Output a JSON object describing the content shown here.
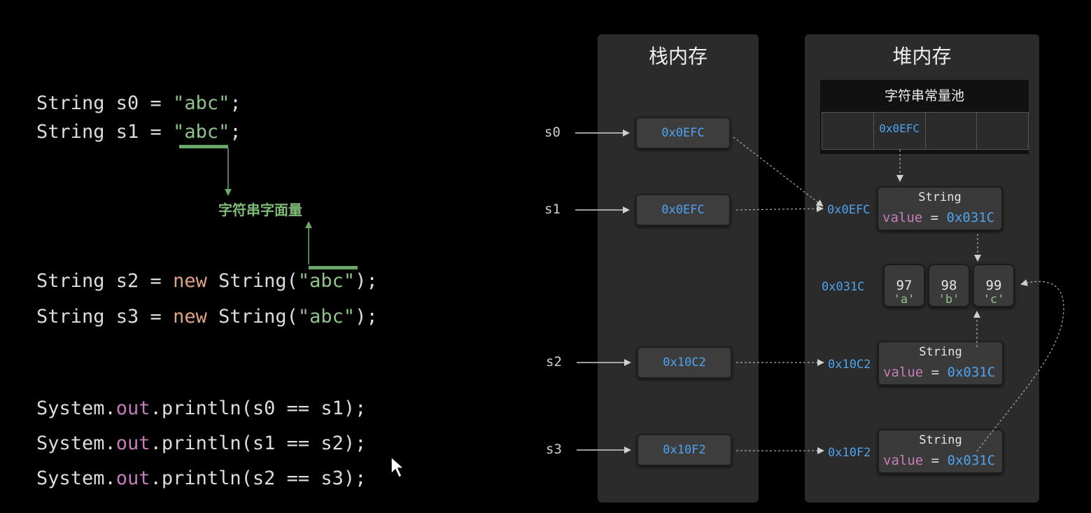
{
  "code": {
    "line1": {
      "a": "String s0 = ",
      "s": "\"abc\"",
      "b": ";"
    },
    "line2": {
      "a": "String s1 = ",
      "s": "\"abc\"",
      "b": ";"
    },
    "line3": {
      "a": "String s2 = ",
      "kw": "new",
      "b": " String(",
      "s": "\"abc\"",
      "c": ");"
    },
    "line4": {
      "a": "String s3 = ",
      "kw": "new",
      "b": " String(",
      "s": "\"abc\"",
      "c": ");"
    },
    "line5": {
      "a": "System.",
      "out": "out",
      "b": ".println(s0 == s1);"
    },
    "line6": {
      "a": "System.",
      "out": "out",
      "b": ".println(s1 == s2);"
    },
    "line7": {
      "a": "System.",
      "out": "out",
      "b": ".println(s2 == s3);"
    }
  },
  "literal_label": "字符串字面量",
  "stack": {
    "title": "栈内存",
    "vars": [
      {
        "name": "s0",
        "addr": "0x0EFC"
      },
      {
        "name": "s1",
        "addr": "0x0EFC"
      },
      {
        "name": "s2",
        "addr": "0x10C2"
      },
      {
        "name": "s3",
        "addr": "0x10F2"
      }
    ]
  },
  "heap": {
    "title": "堆内存",
    "pool": {
      "title": "字符串常量池",
      "cells": [
        "",
        "0x0EFC",
        "",
        ""
      ]
    },
    "objects": [
      {
        "addr": "0x0EFC",
        "type": "String",
        "value_kw": "value",
        "eq": " = ",
        "value_addr": "0x031C"
      },
      {
        "addr": "0x10C2",
        "type": "String",
        "value_kw": "value",
        "eq": " = ",
        "value_addr": "0x031C"
      },
      {
        "addr": "0x10F2",
        "type": "String",
        "value_kw": "value",
        "eq": " = ",
        "value_addr": "0x031C"
      }
    ],
    "array": {
      "addr": "0x031C",
      "cells": [
        {
          "num": "97",
          "ch": "'a'"
        },
        {
          "num": "98",
          "ch": "'b'"
        },
        {
          "num": "99",
          "ch": "'c'"
        }
      ]
    }
  },
  "colors": {
    "string": "#8fc38a",
    "keyword_new": "#e0a483",
    "field_out": "#c77dbb",
    "address": "#4ea3f0",
    "panel": "#2b2b2b"
  }
}
